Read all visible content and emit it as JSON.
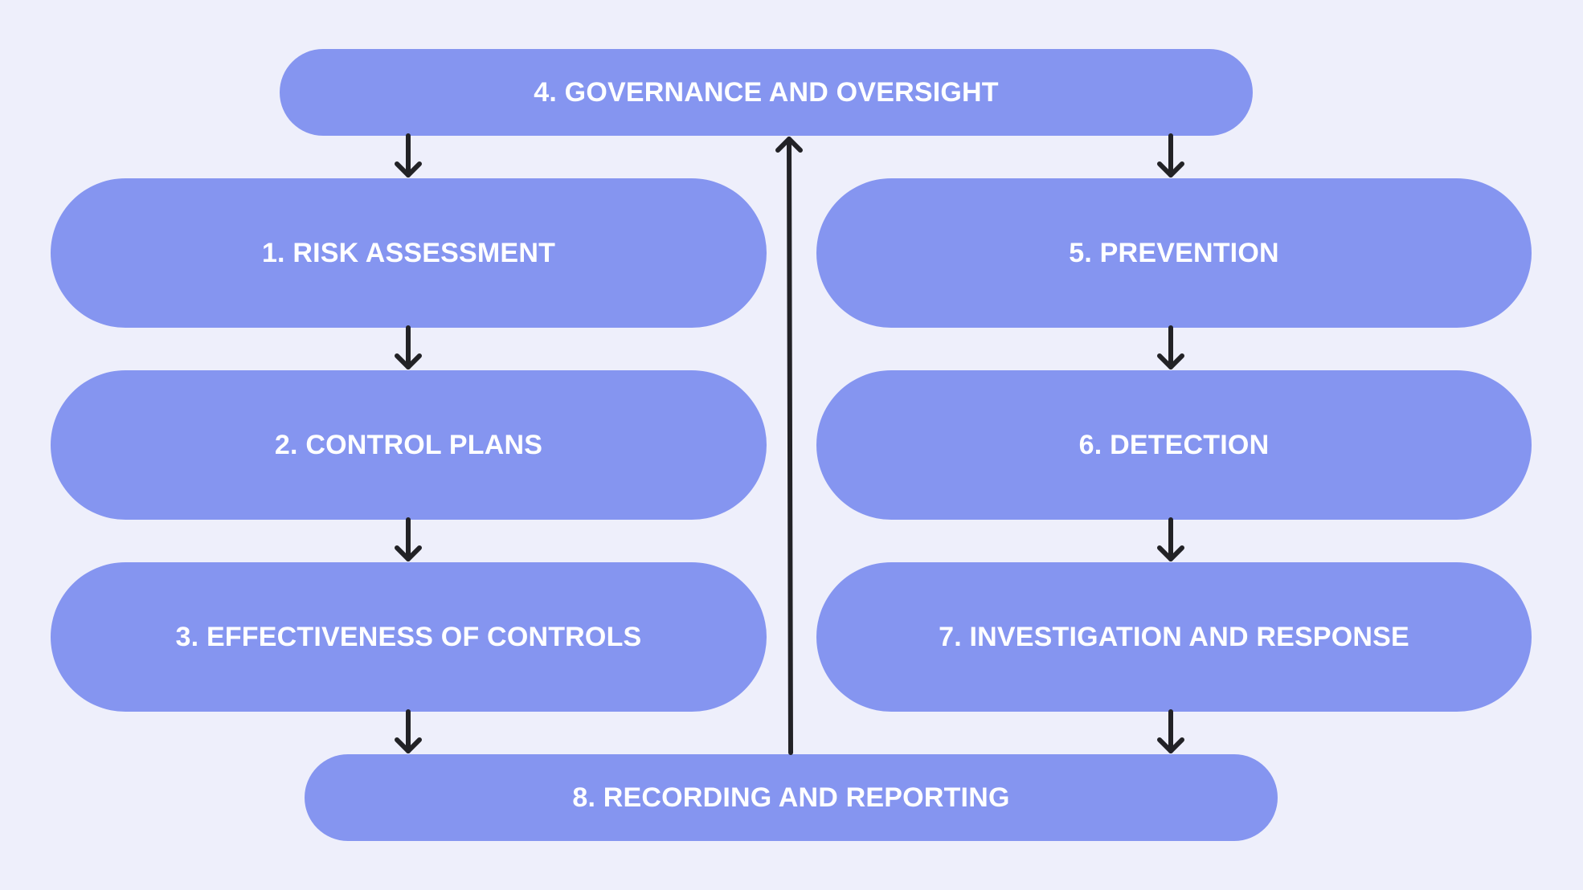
{
  "colors": {
    "background": "#EEEFFB",
    "node_fill": "#8595F0",
    "node_text": "#FFFFFF",
    "arrow": "#222226"
  },
  "nodes": {
    "governance": "4. GOVERNANCE AND OVERSIGHT",
    "risk_assessment": "1. RISK ASSESSMENT",
    "control_plans": "2. CONTROL PLANS",
    "effectiveness": "3. EFFECTIVENESS OF CONTROLS",
    "prevention": "5. PREVENTION",
    "detection": "6. DETECTION",
    "investigation": "7. INVESTIGATION AND RESPONSE",
    "recording": "8. RECORDING AND REPORTING"
  },
  "edges": [
    {
      "from": "governance",
      "to": "risk_assessment"
    },
    {
      "from": "governance",
      "to": "prevention"
    },
    {
      "from": "risk_assessment",
      "to": "control_plans"
    },
    {
      "from": "control_plans",
      "to": "effectiveness"
    },
    {
      "from": "effectiveness",
      "to": "recording"
    },
    {
      "from": "prevention",
      "to": "detection"
    },
    {
      "from": "detection",
      "to": "investigation"
    },
    {
      "from": "investigation",
      "to": "recording"
    },
    {
      "from": "recording",
      "to": "governance"
    }
  ]
}
